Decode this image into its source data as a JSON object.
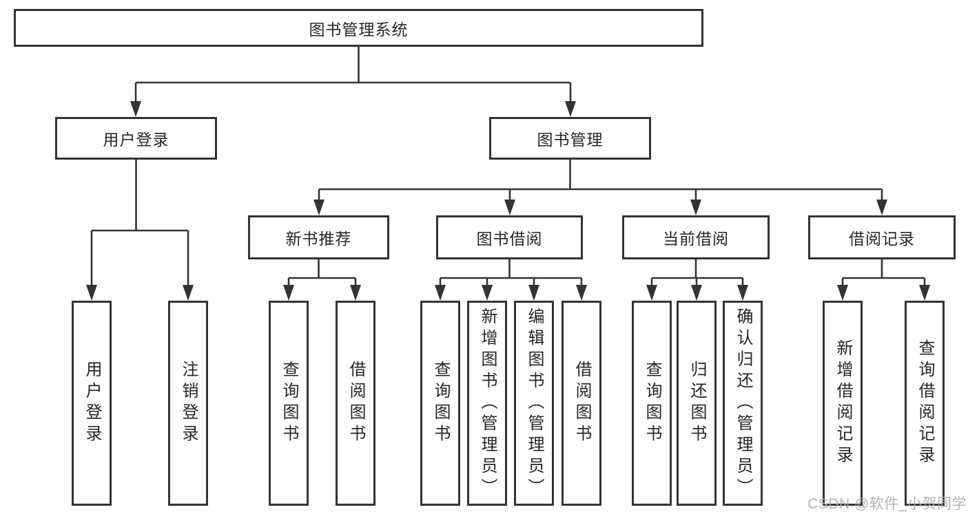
{
  "tree": {
    "label": "图书管理系统",
    "children": [
      {
        "label": "用户登录",
        "children": [
          {
            "label": "用户登录"
          },
          {
            "label": "注销登录"
          }
        ]
      },
      {
        "label": "图书管理",
        "children": [
          {
            "label": "新书推荐",
            "children": [
              {
                "label": "查询图书"
              },
              {
                "label": "借阅图书"
              }
            ]
          },
          {
            "label": "图书借阅",
            "children": [
              {
                "label": "查询图书"
              },
              {
                "label": "新增图书（管理员）"
              },
              {
                "label": "编辑图书（管理员）"
              },
              {
                "label": "借阅图书"
              }
            ]
          },
          {
            "label": "当前借阅",
            "children": [
              {
                "label": "查询图书"
              },
              {
                "label": "归还图书"
              },
              {
                "label": "确认归还（管理员）"
              }
            ]
          },
          {
            "label": "借阅记录",
            "children": [
              {
                "label": "新增借阅记录"
              },
              {
                "label": "查询借阅记录"
              }
            ]
          }
        ]
      }
    ]
  },
  "watermark": {
    "text": "CSDN @软件_小贺同学"
  },
  "colors": {
    "line": "#333333",
    "text": "#262626",
    "background": "#ffffff",
    "watermark": "#ababab"
  }
}
